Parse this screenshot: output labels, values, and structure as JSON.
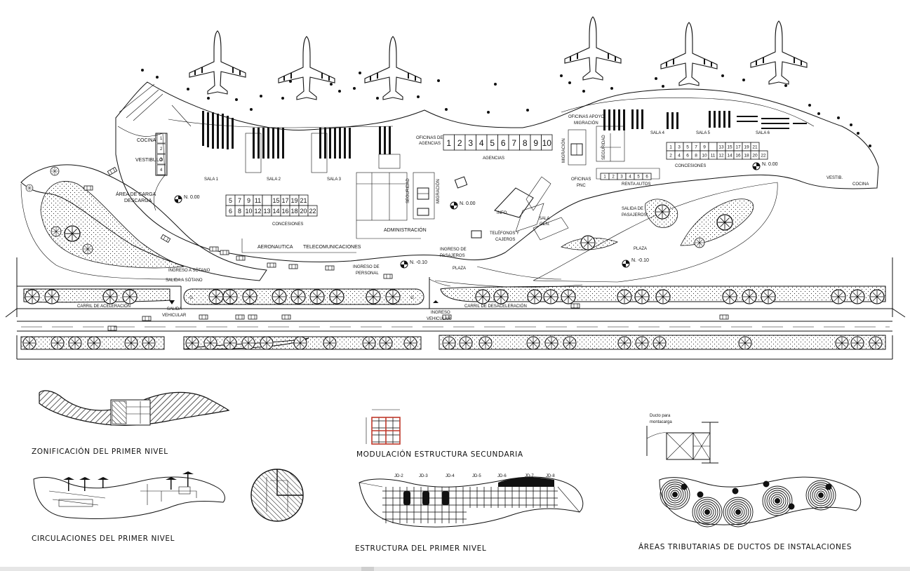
{
  "plan": {
    "halls": [
      "SALA 1",
      "SALA 2",
      "SALA 3",
      "SALA 4",
      "SALA 5",
      "SALA 6"
    ],
    "concessions_west": {
      "label": "CONCESIONES",
      "row1": [
        "5",
        "7",
        "9",
        "11",
        "",
        "15",
        "17",
        "19",
        "21"
      ],
      "row2": [
        "6",
        "8",
        "10",
        "12",
        "13",
        "14",
        "16",
        "18",
        "20",
        "22"
      ]
    },
    "concessions_east": {
      "label": "CONCESIONES",
      "row1": [
        "1",
        "3",
        "5",
        "7",
        "9",
        "",
        "13",
        "15",
        "17",
        "19",
        "21"
      ],
      "row2": [
        "2",
        "4",
        "6",
        "8",
        "10",
        "11",
        "12",
        "14",
        "16",
        "18",
        "20",
        "22"
      ]
    },
    "agencies": {
      "label": "AGENCIAS",
      "numbers": [
        "1",
        "2",
        "3",
        "4",
        "5",
        "6",
        "7",
        "8",
        "9",
        "10"
      ]
    },
    "rent_numbers": [
      "1",
      "2",
      "3",
      "4",
      "5",
      "6"
    ],
    "labels": {
      "cocina_w": "COCINA",
      "vestibulo": "VESTIBULO",
      "carga_1": "ÁREA DE CARGA",
      "carga_2": "DESCARGA",
      "level_000a": "N. 0.00",
      "level_000b": "N. 0.00",
      "level_000c": "N. 0.00",
      "level_010a": "N. -0.10",
      "level_010b": "N. -0.10",
      "aeronautica": "AERONAUTICA",
      "telecom": "TELECOMUNICACIONES",
      "admin": "ADMINISTRACIÓN",
      "ofi_agencias_1": "OFICINAS DE",
      "ofi_agencias_2": "AGENCIAS",
      "seguridad_w": "SEGURIDAD",
      "migracion_w": "MIGRACIÓN",
      "ofi_apoyo_1": "OFICINAS APOYO",
      "ofi_apoyo_2": "MIGRACIÓN",
      "migracion_e": "MIGRACIÓN",
      "seguridad_e": "SEGURIDAD",
      "ofi_pnc_1": "OFICINAS",
      "ofi_pnc_2": "PNC",
      "renta": "RENTA AUTOS",
      "info": "INFO.",
      "sala_gen_1": "SALA",
      "sala_gen_2": "GEN.",
      "telefonos_1": "TELÉFONOS Y",
      "telefonos_2": "CAJEROS",
      "ingreso_pas_1": "INGRESO DE",
      "ingreso_pas_2": "PASAJEROS",
      "salida_pas_1": "SALIDA DE",
      "salida_pas_2": "PASAJEROS",
      "plaza_1": "PLAZA",
      "plaza_2": "PLAZA",
      "ingreso_per_1": "INGRESO DE",
      "ingreso_per_2": "PERSONAL",
      "ingreso_sotano": "INGRESO A SÓTANO",
      "salida_sotano": "SALIDA A SÓTANO",
      "carril_acel": "CARRIL DE ACELERACIÓN",
      "carril_desacel": "CARRIL DE DESACELERACIÓN",
      "salida_veh_1": "SALIDA",
      "salida_veh_2": "VEHICULAR",
      "ingreso_veh_1": "INGRESO",
      "ingreso_veh_2": "VEHICULAR",
      "g": "G.",
      "vestibulo_e": "VESTIB.",
      "cocina_e": "COCINA"
    }
  },
  "captions": {
    "zonificacion": "ZONIFICACIÓN DEL PRIMER NIVEL",
    "circulaciones": "CIRCULACIONES DEL PRIMER NIVEL",
    "modulacion": "MODULACIÓN ESTRUCTURA SECUNDARIA",
    "estructura": "ESTRUCTURA DEL PRIMER NIVEL",
    "areas": "ÁREAS TRIBUTARIAS DE DUCTOS DE INSTALACIONES",
    "ducto_1": "Ducto para",
    "ducto_2": "montacarga"
  },
  "grid_labels": [
    "JD-2",
    "JD-3",
    "JD-4",
    "JD-5",
    "JD-6",
    "JD-7",
    "JD-8"
  ]
}
